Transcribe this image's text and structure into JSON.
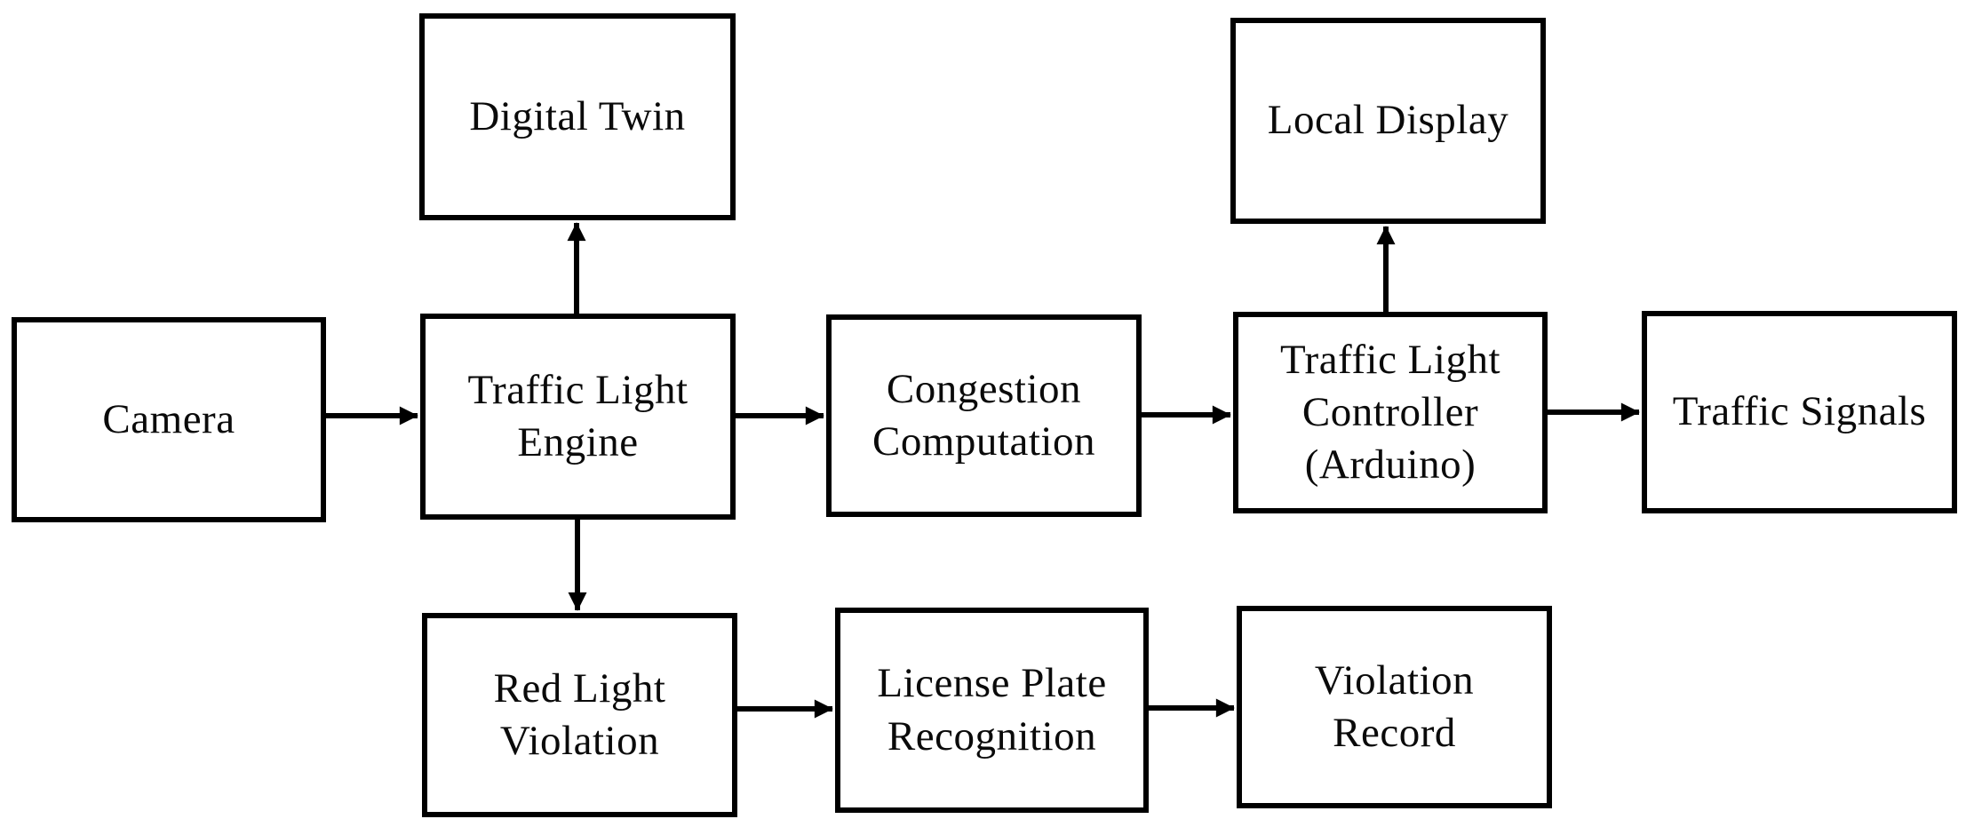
{
  "figure": {
    "type": "flowchart",
    "description": "Block diagram of a smart traffic light system",
    "background_color": "#ffffff",
    "box_border_color": "#000000",
    "arrow_color": "#000000",
    "text_color": "#0a0a0a"
  },
  "nodes": {
    "digital_twin": {
      "label": "Digital Twin"
    },
    "local_display": {
      "label": "Local Display"
    },
    "camera": {
      "label": "Camera"
    },
    "traffic_light_engine": {
      "label": "Traffic Light\nEngine"
    },
    "congestion_computation": {
      "label": "Congestion\nComputation"
    },
    "traffic_light_controller": {
      "label": "Traffic Light\nController\n(Arduino)"
    },
    "traffic_signals": {
      "label": "Traffic Signals"
    },
    "red_light_violation": {
      "label": "Red Light\nViolation"
    },
    "license_plate_recognition": {
      "label": "License Plate\nRecognition"
    },
    "violation_record": {
      "label": "Violation\nRecord"
    }
  },
  "edges": [
    {
      "from": "camera",
      "to": "traffic_light_engine",
      "direction": "right"
    },
    {
      "from": "traffic_light_engine",
      "to": "digital_twin",
      "direction": "up"
    },
    {
      "from": "traffic_light_engine",
      "to": "congestion_computation",
      "direction": "right"
    },
    {
      "from": "congestion_computation",
      "to": "traffic_light_controller",
      "direction": "right"
    },
    {
      "from": "traffic_light_controller",
      "to": "local_display",
      "direction": "up"
    },
    {
      "from": "traffic_light_controller",
      "to": "traffic_signals",
      "direction": "right"
    },
    {
      "from": "traffic_light_engine",
      "to": "red_light_violation",
      "direction": "down"
    },
    {
      "from": "red_light_violation",
      "to": "license_plate_recognition",
      "direction": "right"
    },
    {
      "from": "license_plate_recognition",
      "to": "violation_record",
      "direction": "right"
    }
  ]
}
